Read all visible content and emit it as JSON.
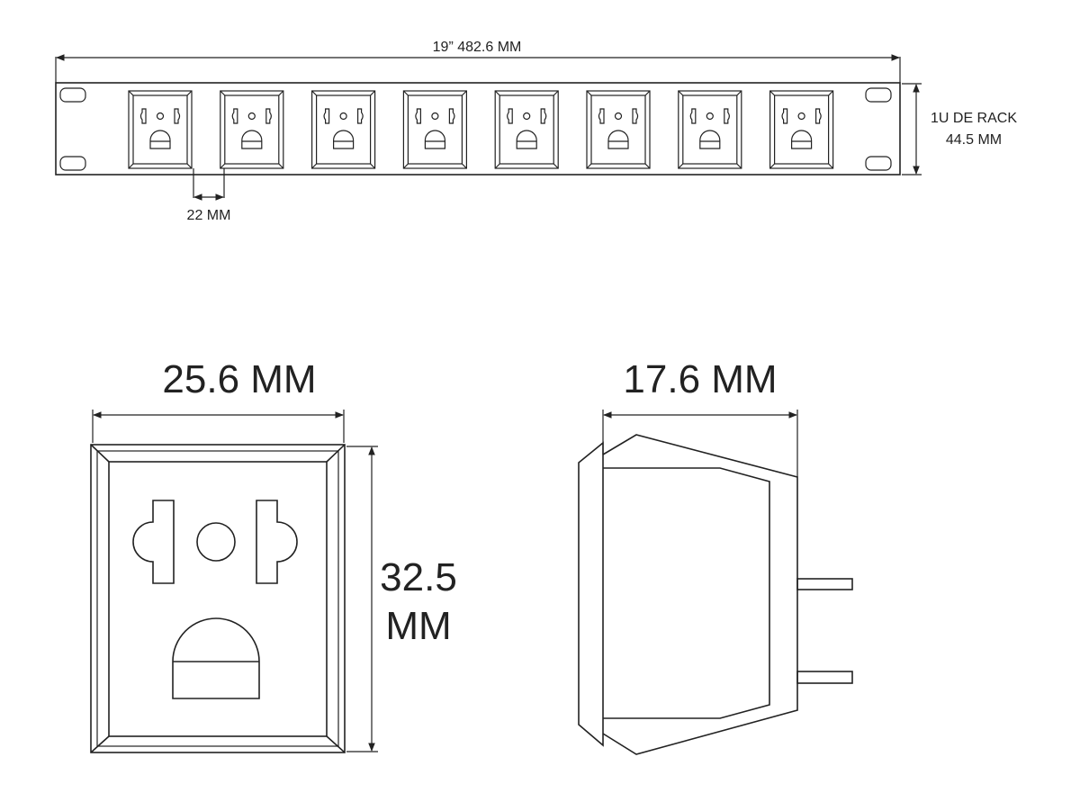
{
  "panel": {
    "width_label": "19”  482.6 MM",
    "height_label_line1": "1U DE RACK",
    "height_label_line2": "44.5 MM",
    "spacing_label": "22 MM",
    "socket_count": 8
  },
  "front_view": {
    "width_label": "25.6 MM",
    "height_label_line1": "32.5",
    "height_label_line2": "MM"
  },
  "side_view": {
    "depth_label": "17.6 MM"
  },
  "colors": {
    "line": "#222222",
    "background": "#ffffff"
  }
}
